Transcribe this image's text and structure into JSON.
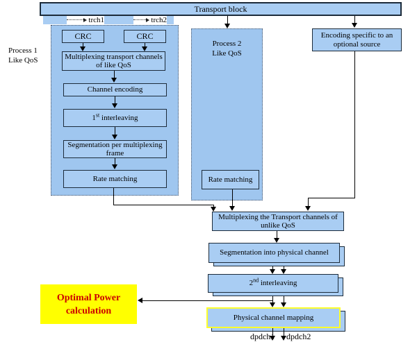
{
  "colors": {
    "box_fill": "#a9cdf3",
    "container_fill": "#9fc6ef",
    "border": "#1c2b3a",
    "highlight_border": "#ffff2a",
    "power_bg": "#ffff00",
    "power_text": "#cc0000"
  },
  "top": {
    "transport_block": "Transport block",
    "trch1": "trch1",
    "trch2": "trch2"
  },
  "process1": {
    "label_line1": "Process 1",
    "label_line2": "Like QoS",
    "crc1": "CRC",
    "crc2": "CRC",
    "mux_like": "Multiplexing transport channels of like QoS",
    "channel_encoding": "Channel encoding",
    "interleaving1": {
      "base": "1",
      "sup": "st",
      "rest": " interleaving"
    },
    "segmentation_frame": "Segmentation per multiplexing frame",
    "rate_matching": "Rate matching"
  },
  "process2": {
    "label_line1": "Process 2",
    "label_line2": "Like QoS",
    "rate_matching": "Rate matching"
  },
  "encoding_box": "Encoding specific to an optional source",
  "pipeline": {
    "mux_unlike": "Multiplexing the Transport channels of unlike QoS",
    "segmentation_physical": "Segmentation into physical channel",
    "interleaving2": {
      "base": "2",
      "sup": "nd",
      "rest": " interleaving"
    },
    "physical_mapping": "Physical channel mapping"
  },
  "optimal_power": {
    "line1": "Optimal Power",
    "line2": "calculation"
  },
  "outputs": {
    "dpdch1": "dpdch1",
    "dpdch2": "dpdch2"
  }
}
